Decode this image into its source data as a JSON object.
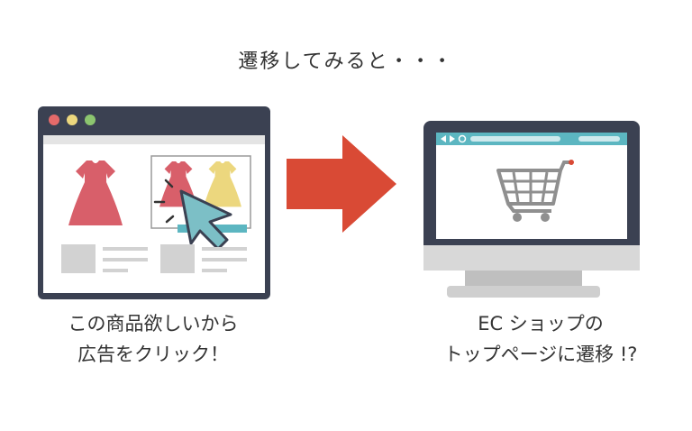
{
  "heading": "遷移してみると・・・",
  "left_caption": {
    "line1": "この商品欲しいから",
    "line2": "広告をクリック！"
  },
  "right_caption": {
    "line1": "EC ショップの",
    "line2": "トップページに遷移 !?"
  },
  "colors": {
    "window_frame": "#3b4152",
    "dress_red": "#d85f6a",
    "dress_yellow": "#ecd77e",
    "cursor": "#7cbfc6",
    "arrow": "#d94a35",
    "screen_bar": "#5cb6c1",
    "monitor_stand": "#bfbfbf",
    "cart": "#8f8f8f",
    "placeholder": "#d2d2d2"
  },
  "icons": [
    "window-close-dot",
    "window-minimize-dot",
    "window-maximize-dot",
    "dress-icon",
    "mouse-cursor-icon",
    "arrow-right-icon",
    "monitor-icon",
    "shopping-cart-icon",
    "back-icon",
    "forward-icon",
    "reload-icon"
  ]
}
